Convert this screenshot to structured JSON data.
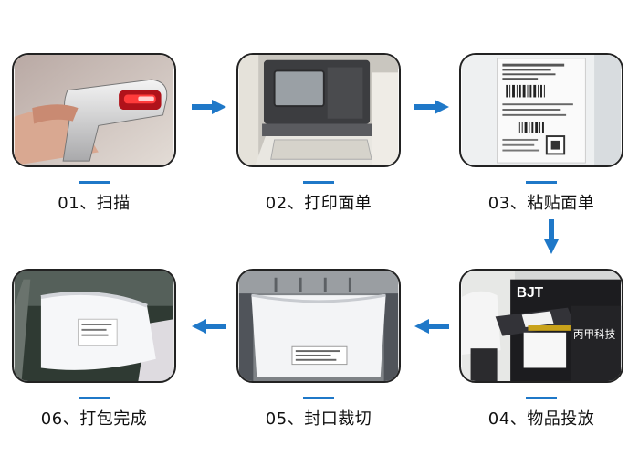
{
  "steps": [
    {
      "num": "01",
      "label": "01、扫描",
      "image_desc": "handheld-barcode-scanner"
    },
    {
      "num": "02",
      "label": "02、打印面单",
      "image_desc": "label-printer"
    },
    {
      "num": "03",
      "label": "03、粘贴面单",
      "image_desc": "shipping-label"
    },
    {
      "num": "04",
      "label": "04、物品投放",
      "image_desc": "worker-at-bagging-machine"
    },
    {
      "num": "05",
      "label": "05、封口裁切",
      "image_desc": "bag-sealing-cutting"
    },
    {
      "num": "06",
      "label": "06、打包完成",
      "image_desc": "finished-package"
    }
  ],
  "machine_brand": "丙甲科技",
  "machine_badge": "BJT",
  "colors": {
    "accent": "#1f78c8",
    "text": "#111111",
    "border": "#222222"
  }
}
